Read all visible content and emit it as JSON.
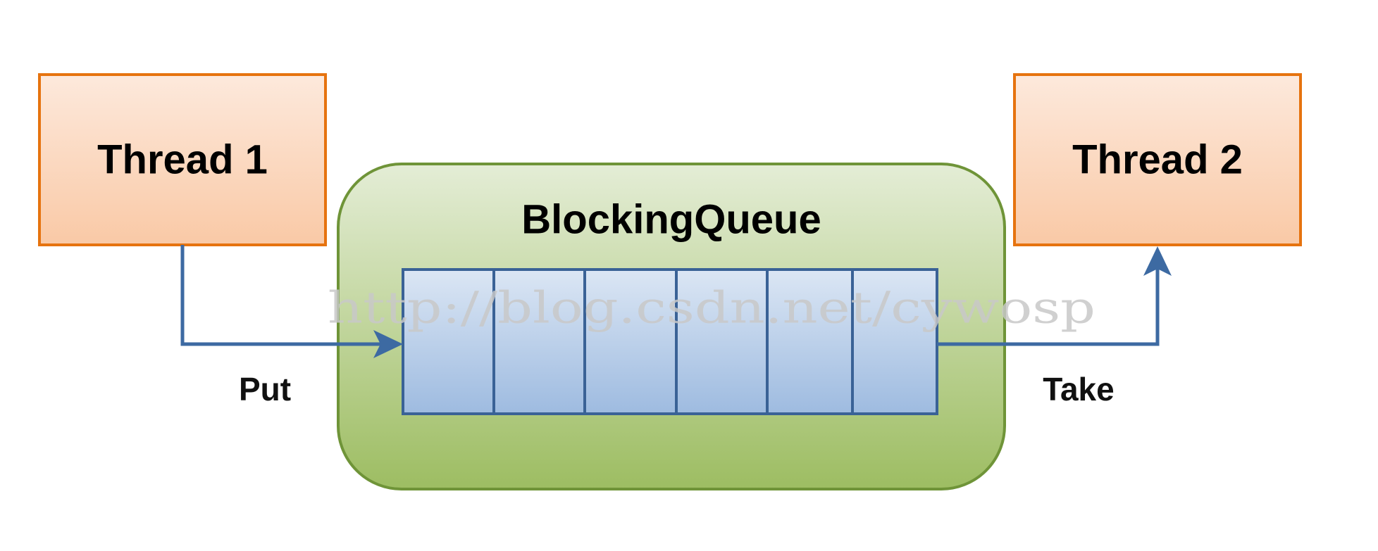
{
  "nodes": {
    "thread1": {
      "label": "Thread 1"
    },
    "thread2": {
      "label": "Thread 2"
    },
    "queue": {
      "label": "BlockingQueue",
      "slot_count": 6
    }
  },
  "edges": {
    "put": {
      "label": "Put",
      "from": "Thread 1",
      "to": "BlockingQueue"
    },
    "take": {
      "label": "Take",
      "from": "BlockingQueue",
      "to": "Thread 2"
    }
  },
  "watermark": "http://blog.csdn.net/cywosp",
  "colors": {
    "thread_fill_top": "#fde9dc",
    "thread_fill_bottom": "#f9c9a6",
    "thread_stroke": "#e6730f",
    "queue_fill_top": "#e4edd6",
    "queue_fill_bottom": "#9dbd62",
    "queue_stroke": "#6f9438",
    "slot_fill_top": "#dbe6f4",
    "slot_fill_bottom": "#9ebbe0",
    "slot_stroke": "#3a6296",
    "arrow": "#3d6aa2"
  }
}
